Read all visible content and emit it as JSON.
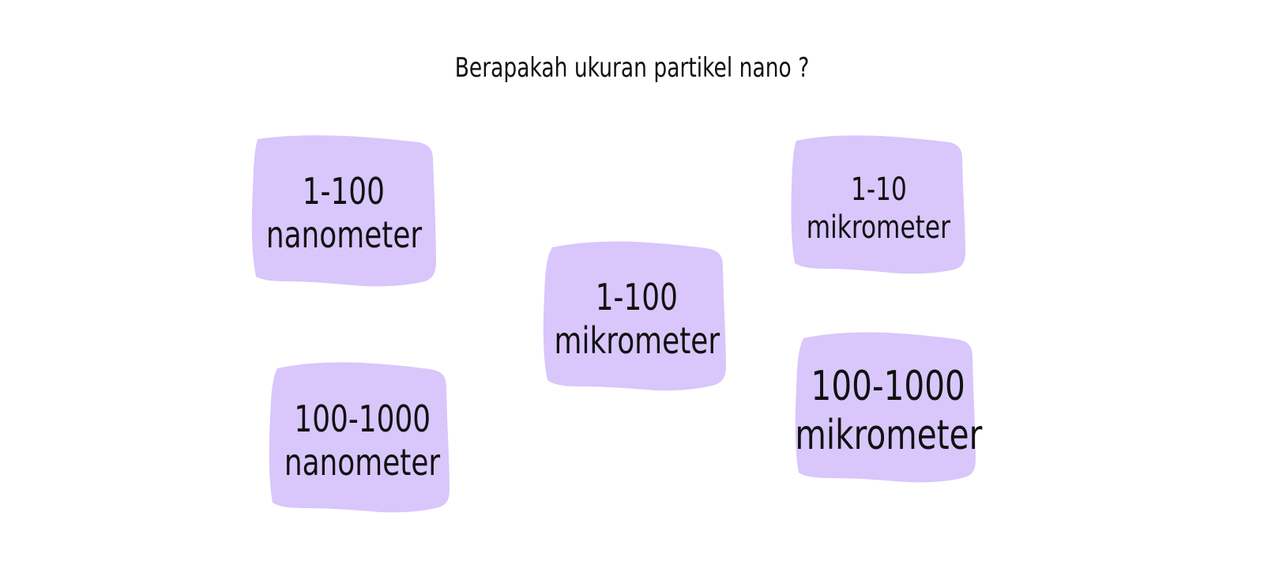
{
  "question": "Berapakah ukuran partikel nano ?",
  "card_color": "#d9c6fb",
  "options": [
    {
      "line1": "1-100",
      "line2": "nanometer"
    },
    {
      "line1": "1-10",
      "line2": "mikrometer"
    },
    {
      "line1": "1-100",
      "line2": "mikrometer"
    },
    {
      "line1": "100-1000",
      "line2": "nanometer"
    },
    {
      "line1": "100-1000",
      "line2": "mikrometer"
    }
  ]
}
